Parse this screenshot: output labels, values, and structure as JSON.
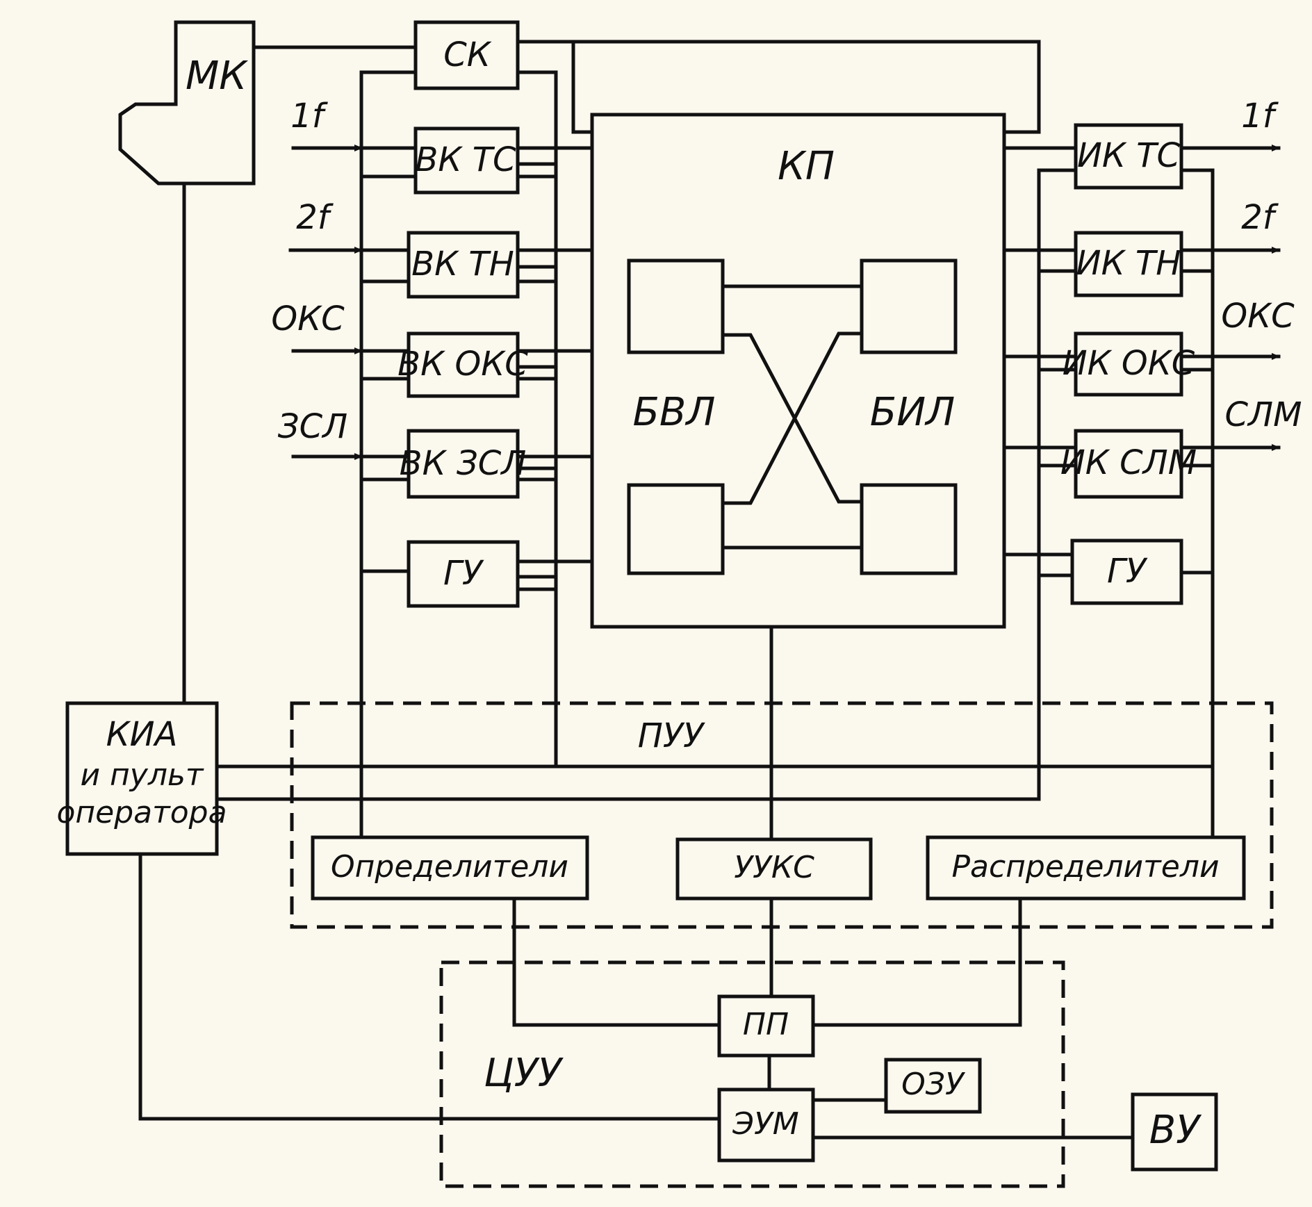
{
  "blocks": {
    "mk": "МК",
    "sk": "СК",
    "kp": "КП",
    "bvl": "БВЛ",
    "bil": "БИЛ",
    "in_tc": "ВК ТС",
    "in_tn": "ВК ТН",
    "in_oks": "ВК ОКС",
    "in_zsl": "ВК ЗСЛ",
    "in_gu": "ГУ",
    "out_tc": "ИК ТС",
    "out_tn": "ИК ТН",
    "out_oks": "ИК ОКС",
    "out_slm": "ИК СЛМ",
    "out_gu": "ГУ",
    "kia_line1": "КИА",
    "kia_line2": "и пульт",
    "kia_line3": "оператора",
    "puu": "ПУУ",
    "opredeliteli": "Определители",
    "uuks": "УУКС",
    "raspredeliteli": "Распределители",
    "tsuu": "ЦУУ",
    "pp": "ПП",
    "ozu": "ОЗУ",
    "eum": "ЭУМ",
    "vu": "ВУ"
  },
  "signals": {
    "in_1f": "1f",
    "in_2f": "2f",
    "in_oks": "ОКС",
    "in_zsl": "ЗСЛ",
    "out_1f": "1f",
    "out_2f": "2f",
    "out_oks": "ОКС",
    "out_slm": "СЛМ"
  }
}
